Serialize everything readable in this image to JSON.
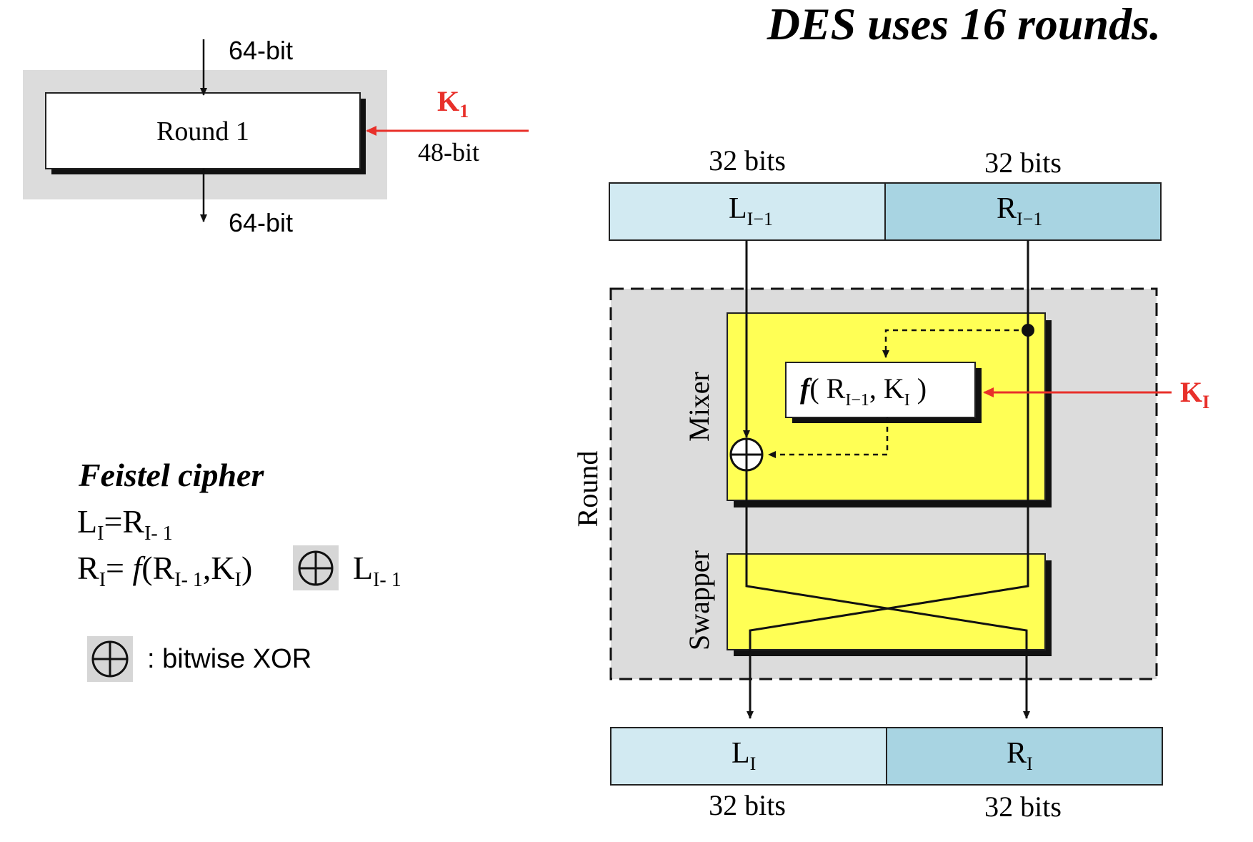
{
  "title": "DES uses 16 rounds.",
  "round_block": {
    "input_label": "64-bit",
    "box_label": "Round 1",
    "output_label": "64-bit",
    "key_main": "K",
    "key_sub": "1",
    "key_bits": "48-bit"
  },
  "feistel": {
    "heading": "Feistel cipher",
    "eq1": {
      "l": "L",
      "l_sub": "I",
      "eq": "=R",
      "r_sub": "I- 1"
    },
    "eq2": {
      "r": "R",
      "r_sub": "I",
      "f_part": "= ",
      "f": "f",
      "args_open": "(R",
      "args_sub1": "I- 1",
      "args_mid": ",K",
      "args_sub2": "I",
      "args_close": ")",
      "l": "L",
      "l_sub": "I- 1"
    },
    "xor_legend": ": bitwise XOR"
  },
  "des_round": {
    "top_bits_left": "32 bits",
    "top_bits_right": "32 bits",
    "l_in": "L",
    "l_in_sub": "I−1",
    "r_in": "R",
    "r_in_sub": "I−1",
    "round_label": "Round",
    "mixer_label": "Mixer",
    "swapper_label": "Swapper",
    "func_f": "f",
    "func_open": "( R",
    "func_sub1": "I−1",
    "func_mid": ", K",
    "func_sub2": "I",
    "func_close": " )",
    "key_main": "K",
    "key_sub": "I",
    "l_out": "L",
    "l_out_sub": "I",
    "r_out": "R",
    "r_out_sub": "I",
    "bottom_bits_left": "32 bits",
    "bottom_bits_right": "32 bits"
  },
  "colors": {
    "key_red": "#e8302a",
    "mixer_yellow": "#ffff55",
    "l_block": "#d2eaf2",
    "r_block": "#a8d4e2",
    "panel_gray": "#dcdcdc"
  }
}
